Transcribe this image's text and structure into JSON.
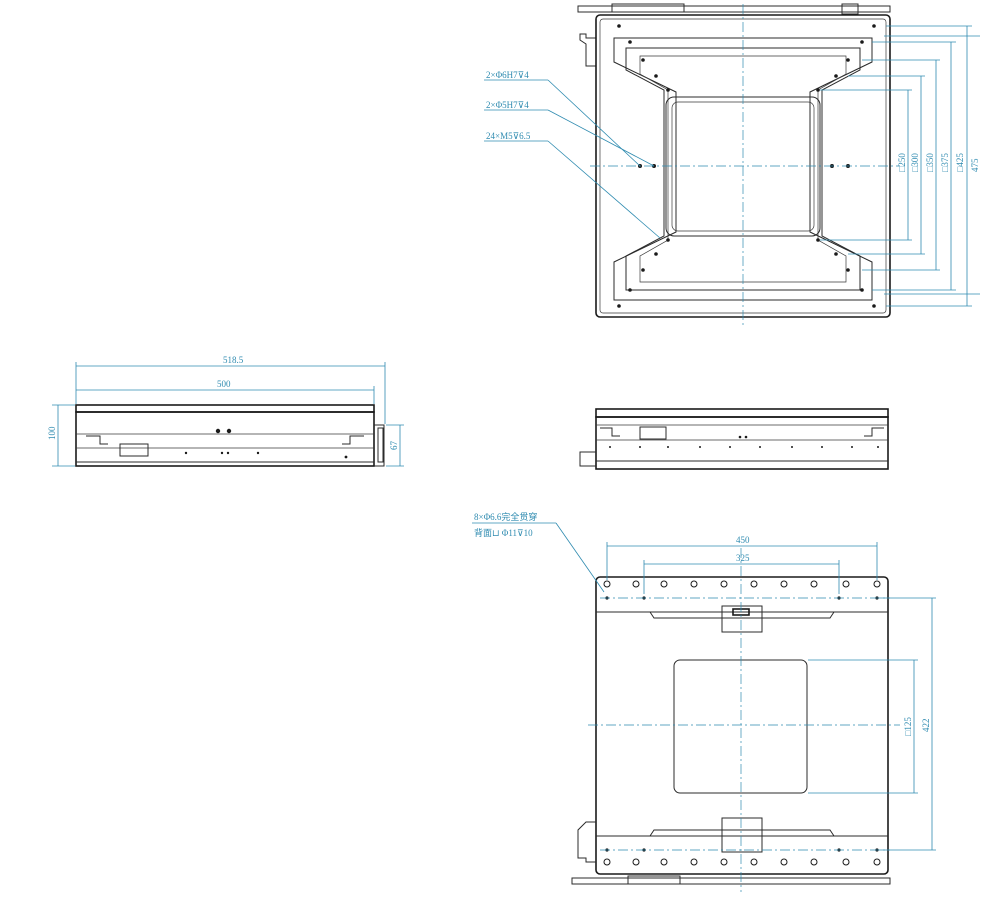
{
  "top_view": {
    "callouts": {
      "c1": "2×Φ6H7⊽4",
      "c2": "2×Φ5H7⊽4",
      "c3": "24×M5⊽6.5"
    },
    "dims": {
      "d250": "□250",
      "d300": "□300",
      "d350": "□350",
      "d375": "□375",
      "d425": "□425",
      "d475": "475"
    }
  },
  "front_view": {
    "dims": {
      "d518": "518.5",
      "d500": "500",
      "d100": "100",
      "d67": "67"
    }
  },
  "bottom_view": {
    "callouts": {
      "line1": "8×Φ6.6完全贯穿",
      "line2": "背面⊔ Φ11⊽10"
    },
    "dims": {
      "d450": "450",
      "d325": "325",
      "d125": "□125",
      "d422": "422"
    }
  },
  "colors": {
    "dimension": "#2f8bb0",
    "outline": "#1a1a1a"
  }
}
